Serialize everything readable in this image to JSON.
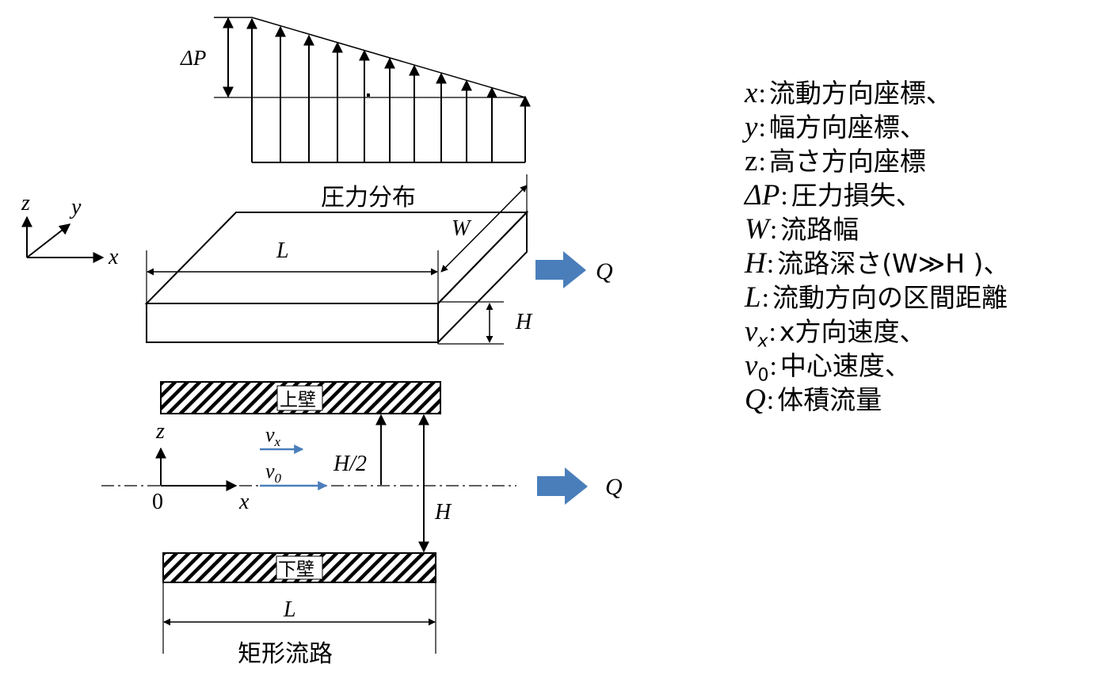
{
  "labels": {
    "delta_p": "ΔP",
    "pressure_distribution": "圧力分布",
    "W": "W",
    "L_top": "L",
    "H_top": "H",
    "Q_top": "Q",
    "axis_z": "z",
    "axis_y": "y",
    "axis_x": "x",
    "upper_wall": "上壁",
    "lower_wall": "下壁",
    "z_lower": "z",
    "origin": "0",
    "x_lower": "x",
    "vx": "v",
    "vx_sub": "x",
    "v0": "v",
    "v0_sub": "0",
    "H_half": "H/2",
    "H_lower": "H",
    "Q_lower": "Q",
    "L_lower": "L",
    "rect_channel": "矩形流路"
  },
  "legend": [
    {
      "sym": "x",
      "sub": "",
      "desc": "流動方向座標、"
    },
    {
      "sym": "y",
      "sub": "",
      "desc": "幅方向座標、"
    },
    {
      "sym": "z",
      "sub": "",
      "desc": "高さ方向座標"
    },
    {
      "sym": "ΔP",
      "sub": "",
      "desc": "圧力損失、"
    },
    {
      "sym": "W",
      "sub": "",
      "desc": "流路幅"
    },
    {
      "sym": "H",
      "sub": "",
      "desc": "流路深さ(W≫H )、"
    },
    {
      "sym": "L",
      "sub": "",
      "desc": "流動方向の区間距離"
    },
    {
      "sym": "v",
      "sub": "x",
      "desc": "x方向速度、"
    },
    {
      "sym": "v",
      "sub": "0",
      "desc": "中心速度、"
    },
    {
      "sym": "Q",
      "sub": "",
      "desc": "体積流量"
    }
  ],
  "colors": {
    "flow_arrow": "#4a7ebb",
    "line": "#000000"
  }
}
